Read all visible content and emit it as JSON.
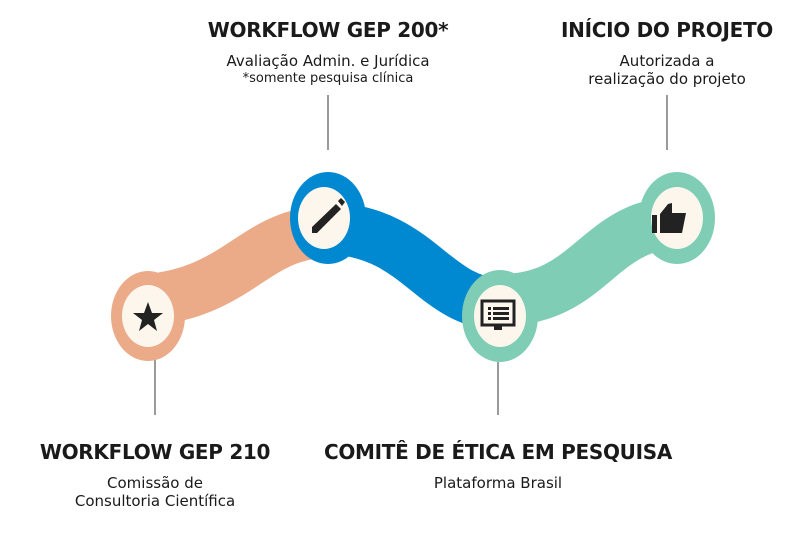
{
  "colors": {
    "orange": "#EBAA88",
    "blue": "#0088D1",
    "green": "#7ECDB4",
    "inner": "#FDF6EC",
    "line": "#9a9a9a"
  },
  "steps": [
    {
      "title": "WORKFLOW GEP 210",
      "lines": [
        "Comissão de",
        "Consultoria Científica"
      ],
      "icon": "star-icon"
    },
    {
      "title": "WORKFLOW GEP 200*",
      "lines": [
        "Avaliação Admin. e Jurídica",
        "*somente pesquisa clínica"
      ],
      "icon": "pencil-icon"
    },
    {
      "title": "COMITÊ DE ÉTICA EM PESQUISA",
      "lines": [
        "Plataforma Brasil"
      ],
      "icon": "monitor-list-icon"
    },
    {
      "title": "INÍCIO DO PROJETO",
      "lines": [
        "Autorizada a",
        "realização do projeto"
      ],
      "icon": "thumbs-up-icon"
    }
  ]
}
